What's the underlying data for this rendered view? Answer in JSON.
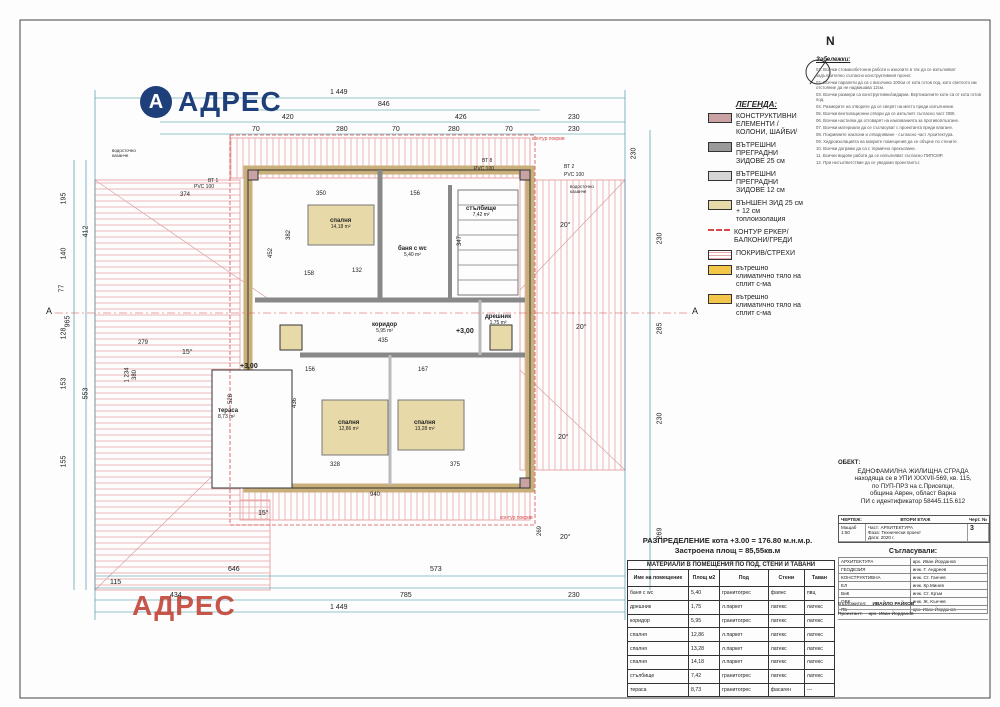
{
  "brand": {
    "name": "АДРЕС",
    "mark": "A"
  },
  "compass": "N",
  "dimensions": {
    "top_total": "1 449",
    "top_second": "846",
    "top_row3": [
      "420",
      "426",
      "230"
    ],
    "top_row4": [
      "70",
      "280",
      "70",
      "280",
      "70",
      "230"
    ],
    "bottom_total": "1 449",
    "bottom_row2": [
      "434",
      "785",
      "230"
    ],
    "bottom_row3": "573",
    "bottom_row4": [
      "115",
      "646"
    ],
    "left": [
      "195",
      "140",
      "77",
      "128",
      "153",
      "155"
    ],
    "left_total": "965",
    "left_mid": "412",
    "left_low": "553",
    "right": [
      "230",
      "285",
      "230",
      "269"
    ],
    "right_top": "230",
    "inner": [
      "374",
      "350",
      "156",
      "452",
      "382",
      "347",
      "158",
      "132",
      "279",
      "435",
      "167",
      "156",
      "328",
      "375",
      "940",
      "269",
      "436",
      "528",
      "1 234",
      "380"
    ]
  },
  "rooms": [
    {
      "name": "спалня",
      "area": "14,18 m²"
    },
    {
      "name": "баня с wc",
      "area": "5,40 m²"
    },
    {
      "name": "стълбище",
      "area": "7,42 m²"
    },
    {
      "name": "коридор",
      "area": "5,95 m²"
    },
    {
      "name": "дрешник",
      "area": "1,75 m²"
    },
    {
      "name": "спалня",
      "area": "12,86 m²"
    },
    {
      "name": "спалня",
      "area": "13,28 m²"
    },
    {
      "name": "тераса",
      "area": "8,73 m²"
    }
  ],
  "plan_labels": {
    "level1": "+3,00",
    "level2": "+3,00",
    "slope_deg": [
      "15°",
      "20°",
      "20°",
      "15°",
      "20°",
      "20°"
    ],
    "gutter": [
      "водосточно казанче",
      "водосточно казанче"
    ],
    "pipes": [
      "PVC 100",
      "PVC 100",
      "PVC 100"
    ],
    "vt": [
      "ВТ 1",
      "ВТ 2",
      "ВТ 8"
    ],
    "eave_contour": [
      "контур покрив",
      "контур покрив"
    ],
    "axis": [
      "A",
      "A"
    ]
  },
  "legend": {
    "title": "ЛЕГЕНДА:",
    "items": [
      {
        "label": "КОНСТРУКТИВНИ ЕЛЕМЕНТИ /КОЛОНИ, ШАЙБИ/",
        "color": "#c9a3a3"
      },
      {
        "label": "ВЪТРЕШНИ ПРЕГРАДНИ ЗИДОВЕ 25 см",
        "color": "#9a9a9a"
      },
      {
        "label": "ВЪТРЕШНИ ПРЕГРАДНИ ЗИДОВЕ 12 см",
        "color": "#d6d6d6"
      },
      {
        "label": "ВЪНШЕН ЗИД 25 см + 12 см топлоизолация",
        "color": "#e8d9a8"
      },
      {
        "label": "КОНТУР ЕРКЕР/БАЛКОНИ/ГРЕДИ",
        "color": "#d64a4a"
      },
      {
        "label": "ПОКРИВ/СТРЕХИ",
        "color": "#e7a6a6"
      },
      {
        "label": "вътрешно климатично тяло на сплит с-ма",
        "color": "#f3c64b"
      },
      {
        "label": "вътрешно климатично тяло на сплит с-ма",
        "color": "#f3c64b"
      }
    ]
  },
  "notes": {
    "title": "Забележки:",
    "lines": [
      "01. Всички стоманобетонни работи и изкопите в тях да се изпълняват задължително съгласно конструктивния проект.",
      "02. Всички парапети да са с височина 100см от кота готов под, като светлото им отстояние да не надвишава 12см.",
      "03. Всички размери са конструктивни/зидарии. Вертикалните коти са от кота готов под.",
      "04. Размерите на отворите да се сверят на място преди изпълнение.",
      "05. Всички вентилационни отвори да се изпълнят съгласно част ОВК.",
      "06. Всички настилки да отговарят на изискванията за противоплъзгане.",
      "07. Всички материали да се съгласуват с проектанта преди влагане.",
      "08. Покривните наклони и отводняване - съгласно част Архитектура.",
      "09. Хидроизолацията на мокрите помещения да се обърне по стените.",
      "10. Всички дограми да са с термично прекъсване.",
      "11. Всички видове работи да се изпълняват съгласно ПИПСМР.",
      "12. При несъответствие да се уведоми проектантът."
    ]
  },
  "object": {
    "label": "ОБЕКТ:",
    "lines": [
      "ЕДНОФАМИЛНА ЖИЛИЩНА СГРАДА",
      "находяща се в УПИ XXXVII-569, кв. 115,",
      "по ПУП-ПРЗ на с.Приселци,",
      "община Аврен, област Варна",
      "ПИ с идентификатор 58445.115.612"
    ]
  },
  "drawing": {
    "label": "ЧЕРТЕЖ:",
    "name": "ВТОРИ ЕТАЖ",
    "scale_label": "Мащаб",
    "scale": "1:50",
    "part": "Част: АРХИТЕКТУРА",
    "phase": "Фаза: Технически проект",
    "date": "Дата: 2020 г.",
    "sheet_label": "Черт. №",
    "sheet": "3"
  },
  "approvals": {
    "title": "Съгласували:",
    "rows": [
      [
        "АРХИТЕКТУРА",
        "арх. Иван Йорданов"
      ],
      [
        "ГЕОДЕЗИЯ",
        "инж. Г. Андреев"
      ],
      [
        "КОНСТРУКТИВНА",
        "инж. Ст. Ганчев"
      ],
      [
        "ЕЛ",
        "инж. Кр.Минев"
      ],
      [
        "ВиК",
        "инж. Ст. Кръм"
      ],
      [
        "ОВК",
        "инж. Ж. Кънчев"
      ],
      [
        "ПБ",
        "арх. Иван Йорданов"
      ]
    ]
  },
  "assignor": {
    "label": "Възложител:",
    "name": "ИВАЙЛО РАЙКОВ"
  },
  "designer": {
    "label": "Проектант:",
    "name": "арх. Иван Йорданов"
  },
  "summary": {
    "line1": "РАЗПРЕДЕЛЕНИЕ кота +3.00 = 176.80 м.н.м.р.",
    "line2": "Застроена площ = 85,55кв.м"
  },
  "materials": {
    "caption": "МАТЕРИАЛИ В ПОМЕЩЕНИЯ ПО ПОД, СТЕНИ И ТАВАНИ",
    "headers": [
      "Име на помещение",
      "Площ м2",
      "Под",
      "Стени",
      "Таван"
    ],
    "rows": [
      [
        "баня с wc",
        "5,40",
        "гранитогрес",
        "фаянс",
        "пвц"
      ],
      [
        "дрешник",
        "1,75",
        "л.паркет",
        "латекс",
        "латекс"
      ],
      [
        "коридор",
        "5,95",
        "гранитогрес",
        "латекс",
        "латекс"
      ],
      [
        "спалня",
        "12,86",
        "л.паркет",
        "латекс",
        "латекс"
      ],
      [
        "спалня",
        "13,28",
        "л.паркет",
        "латекс",
        "латекс"
      ],
      [
        "спалня",
        "14,18",
        "л.паркет",
        "латекс",
        "латекс"
      ],
      [
        "стълбище",
        "7,42",
        "гранитогрес",
        "латекс",
        "латекс"
      ],
      [
        "тераса",
        "8,73",
        "гранитогрес",
        "фасаген",
        "---"
      ]
    ]
  },
  "colors": {
    "roof": "#e7a6a6",
    "wall": "#e8d9a8",
    "dim": "#2f8a9a",
    "accent": "#d64a4a",
    "brand": "#1f3f7a"
  }
}
